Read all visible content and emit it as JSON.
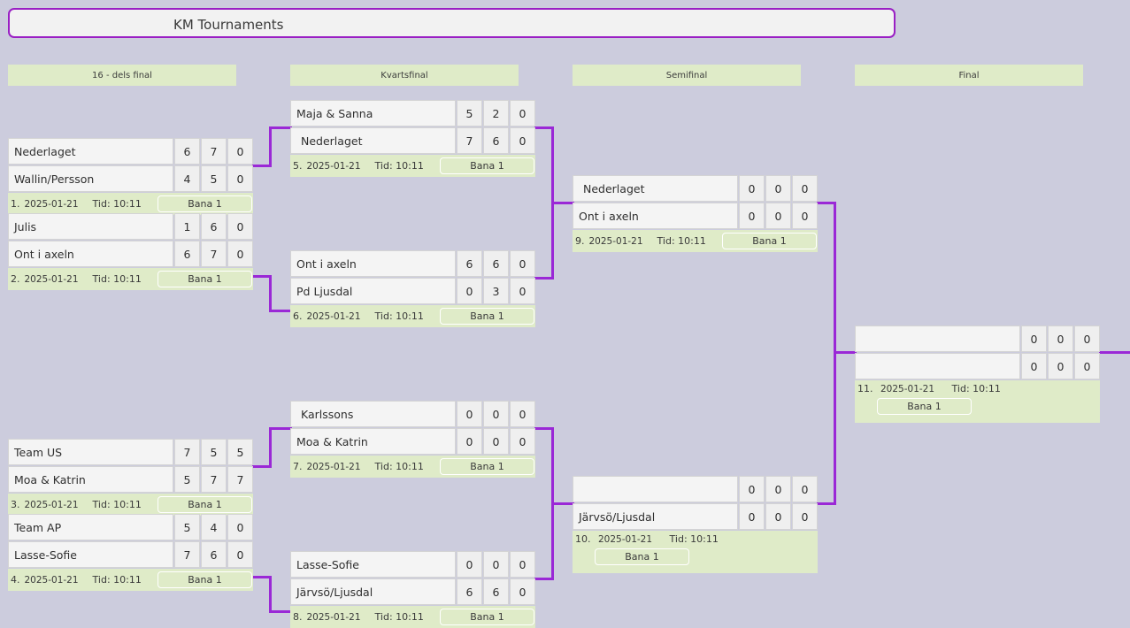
{
  "app": {
    "title": "KM Tournaments",
    "background_color": "#ccccdd",
    "accent_color": "#9a28d6",
    "header_bg_color": "#dfebc8"
  },
  "rounds": [
    {
      "label": "16 - dels final"
    },
    {
      "label": "Kvartsfinal"
    },
    {
      "label": "Semifinal"
    },
    {
      "label": "Final"
    }
  ],
  "labels": {
    "time_prefix": "Tid:",
    "court": "Bana 1"
  },
  "matches": [
    {
      "number": "1.",
      "date": "2025-01-21",
      "time_label": "Tid: 10:11",
      "court": "Bana 1",
      "teams": [
        {
          "name": "Nederlaget",
          "scores": [
            "6",
            "7",
            "0"
          ]
        },
        {
          "name": "Wallin/Persson",
          "scores": [
            "4",
            "5",
            "0"
          ]
        }
      ]
    },
    {
      "number": "2.",
      "date": "2025-01-21",
      "time_label": "Tid: 10:11",
      "court": "Bana 1",
      "teams": [
        {
          "name": "Julis",
          "scores": [
            "1",
            "6",
            "0"
          ]
        },
        {
          "name": "Ont i axeln",
          "scores": [
            "6",
            "7",
            "0"
          ]
        }
      ]
    },
    {
      "number": "3.",
      "date": "2025-01-21",
      "time_label": "Tid: 10:11",
      "court": "Bana 1",
      "teams": [
        {
          "name": "Team US",
          "scores": [
            "7",
            "5",
            "5"
          ]
        },
        {
          "name": "Moa & Katrin",
          "scores": [
            "5",
            "7",
            "7"
          ]
        }
      ]
    },
    {
      "number": "4.",
      "date": "2025-01-21",
      "time_label": "Tid: 10:11",
      "court": "Bana 1",
      "teams": [
        {
          "name": "Team AP",
          "scores": [
            "5",
            "4",
            "0"
          ]
        },
        {
          "name": "Lasse-Sofie",
          "scores": [
            "7",
            "6",
            "0"
          ]
        }
      ]
    },
    {
      "number": "5.",
      "date": "2025-01-21",
      "time_label": "Tid: 10:11",
      "court": "Bana 1",
      "teams": [
        {
          "name": "Maja & Sanna",
          "scores": [
            "5",
            "2",
            "0"
          ]
        },
        {
          "name": "Nederlaget",
          "scores": [
            "7",
            "6",
            "0"
          ]
        }
      ]
    },
    {
      "number": "6.",
      "date": "2025-01-21",
      "time_label": "Tid: 10:11",
      "court": "Bana 1",
      "teams": [
        {
          "name": "Ont i axeln",
          "scores": [
            "6",
            "6",
            "0"
          ]
        },
        {
          "name": "Pd Ljusdal",
          "scores": [
            "0",
            "3",
            "0"
          ]
        }
      ]
    },
    {
      "number": "7.",
      "date": "2025-01-21",
      "time_label": "Tid: 10:11",
      "court": "Bana 1",
      "teams": [
        {
          "name": "Karlssons",
          "scores": [
            "0",
            "0",
            "0"
          ]
        },
        {
          "name": "Moa & Katrin",
          "scores": [
            "0",
            "0",
            "0"
          ]
        }
      ]
    },
    {
      "number": "8.",
      "date": "2025-01-21",
      "time_label": "Tid: 10:11",
      "court": "Bana 1",
      "teams": [
        {
          "name": "Lasse-Sofie",
          "scores": [
            "0",
            "0",
            "0"
          ]
        },
        {
          "name": "Järvsö/Ljusdal",
          "scores": [
            "6",
            "6",
            "0"
          ]
        }
      ]
    },
    {
      "number": "9.",
      "date": "2025-01-21",
      "time_label": "Tid: 10:11",
      "court": "Bana 1",
      "teams": [
        {
          "name": "Nederlaget",
          "scores": [
            "0",
            "0",
            "0"
          ]
        },
        {
          "name": "Ont i axeln",
          "scores": [
            "0",
            "0",
            "0"
          ]
        }
      ]
    },
    {
      "number": "10.",
      "date": "2025-01-21",
      "time_label": "Tid: 10:11",
      "court": "Bana 1",
      "teams": [
        {
          "name": "",
          "scores": [
            "0",
            "0",
            "0"
          ]
        },
        {
          "name": "Järvsö/Ljusdal",
          "scores": [
            "0",
            "0",
            "0"
          ]
        }
      ]
    },
    {
      "number": "11.",
      "date": "2025-01-21",
      "time_label": "Tid: 10:11",
      "court": "Bana 1",
      "teams": [
        {
          "name": "",
          "scores": [
            "0",
            "0",
            "0"
          ]
        },
        {
          "name": "",
          "scores": [
            "0",
            "0",
            "0"
          ]
        }
      ]
    }
  ]
}
